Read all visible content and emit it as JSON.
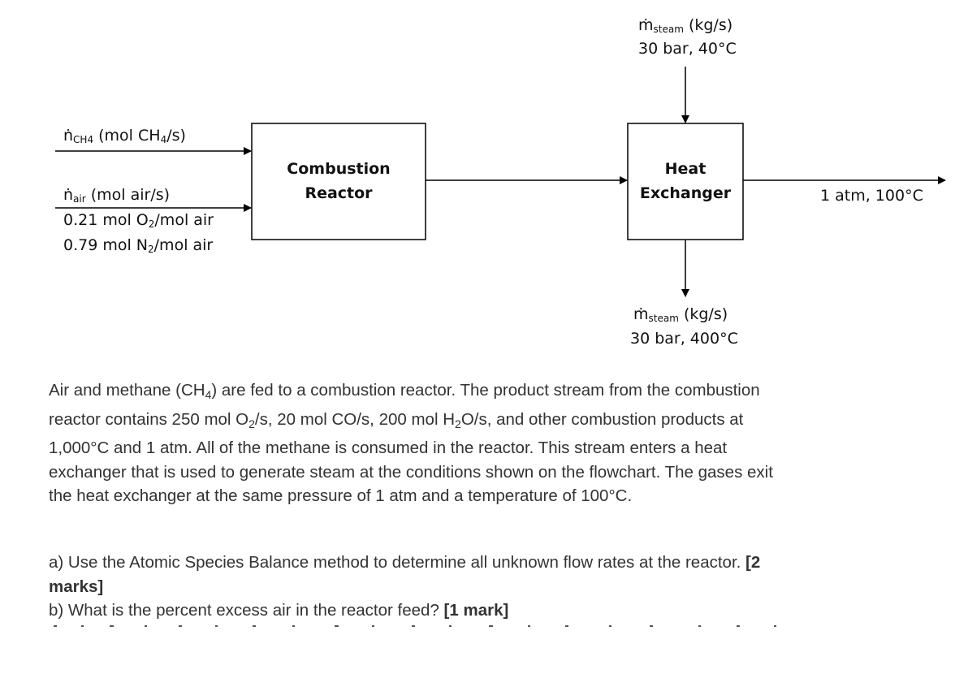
{
  "diagram": {
    "methane_feed": {
      "symbol": "ṅ",
      "symbol_sub": "CH4",
      "unit_pre": "(mol CH",
      "unit_sub": "4",
      "unit_post": "/s)"
    },
    "air_feed": {
      "symbol": "ṅ",
      "symbol_sub": "air",
      "unit": "(mol air/s)",
      "o2_pre": "0.21 mol O",
      "o2_sub": "2",
      "o2_post": "/mol air",
      "n2_pre": "0.79 mol N",
      "n2_sub": "2",
      "n2_post": "/mol air"
    },
    "reactor": {
      "line1": "Combustion",
      "line2": "Reactor"
    },
    "exchanger": {
      "line1": "Heat",
      "line2": "Exchanger"
    },
    "steam_in": {
      "symbol": "ṁ",
      "symbol_sub": "steam",
      "unit": " (kg/s)",
      "conditions": "30 bar, 40°C"
    },
    "steam_out": {
      "symbol": "ṁ",
      "symbol_sub": "steam",
      "unit": " (kg/s)",
      "conditions": "30 bar, 400°C"
    },
    "product_out": {
      "conditions": "1 atm, 100°C"
    }
  },
  "problem": {
    "s1": "Air and methane (CH",
    "s1_sub": "4",
    "s2": ") are fed to a combustion reactor. The product stream from the combustion reactor contains 250 mol O",
    "s2_sub": "2",
    "s3": "/s, 20 mol CO/s, 200 mol H",
    "s3_sub": "2",
    "s4": "O/s, and other combustion products at 1,000°C and 1 atm. All of the methane is consumed in the reactor. This stream enters a heat exchanger that is used to generate steam at the conditions shown on the flowchart. The gases exit the heat exchanger at the same pressure of 1 atm and a temperature of 100°C."
  },
  "questions": {
    "a_text": "a) Use the Atomic Species Balance method to determine all unknown flow rates at the reactor. ",
    "a_marks": "[2 marks]",
    "b_text": "b) What is the percent excess air in the reactor feed? ",
    "b_marks": "[1 mark]"
  }
}
